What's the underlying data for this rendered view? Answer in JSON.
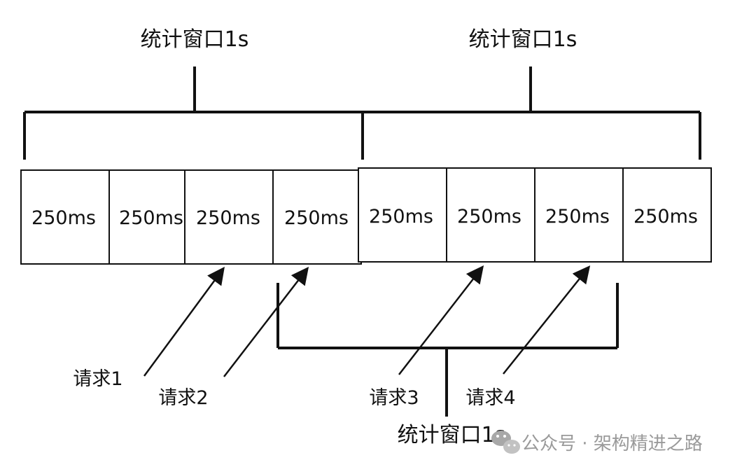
{
  "windows": [
    {
      "label": "统计窗口1s"
    },
    {
      "label": "统计窗口1s"
    },
    {
      "label": "统计窗口1s"
    }
  ],
  "segments": [
    "250ms",
    "250ms",
    "250ms",
    "250ms",
    "250ms",
    "250ms",
    "250ms",
    "250ms"
  ],
  "requests": [
    {
      "label": "请求1"
    },
    {
      "label": "请求2"
    },
    {
      "label": "请求3"
    },
    {
      "label": "请求4"
    }
  ],
  "watermark": {
    "text": "公众号 · 架构精进之路",
    "icon": "wechat-icon"
  },
  "colors": {
    "line": "#111111",
    "watermark": "#9a9a9a"
  }
}
